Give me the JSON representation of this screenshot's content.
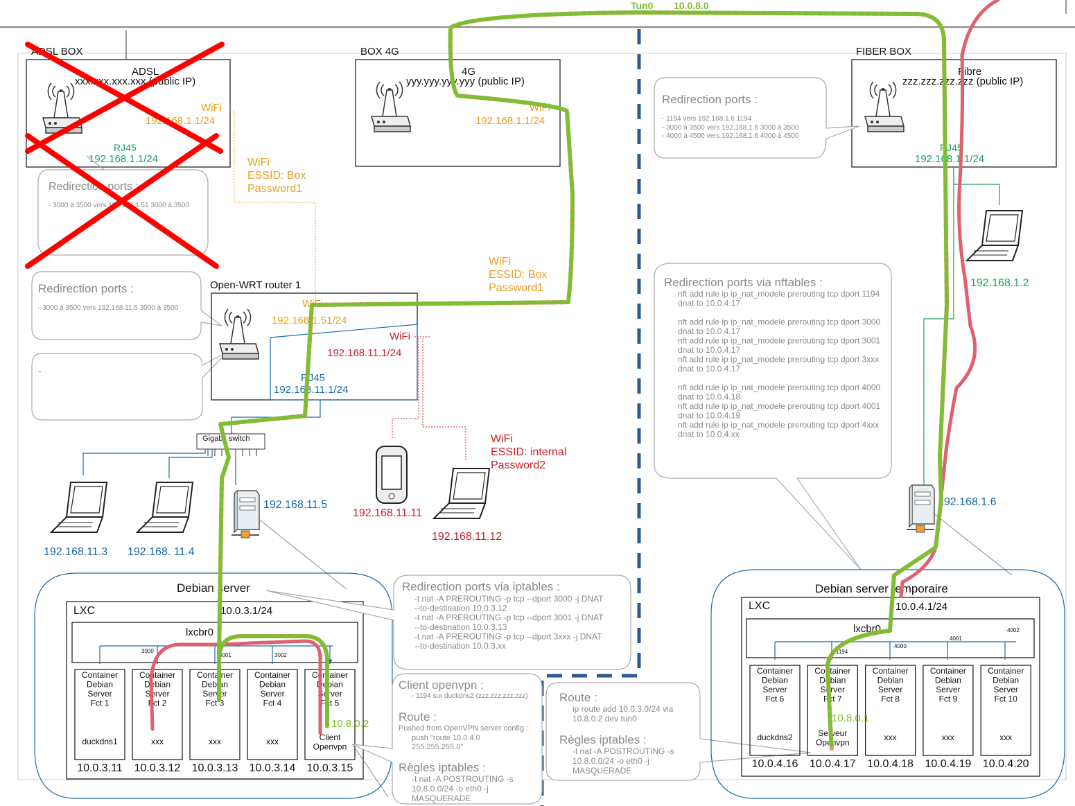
{
  "tunnel": {
    "label": "Tun0",
    "subnet": "10.0.8.0"
  },
  "adsl_box": {
    "title": "ADSL BOX",
    "name": "ADSL",
    "public_ip": "xxx.xxx.xxx.xxx (public IP)",
    "wifi_label": "WiFi",
    "wifi_ip": "192.168.1.1/24",
    "rj45_label": "RJ45",
    "rj45_ip": "192.168.1.1/24",
    "bubble_title": "Redirection ports :",
    "bubble_text": "- 3000 à 3500 vers 192.168.1.51 3000 à 3500",
    "crossed_out": true
  },
  "box_4g": {
    "title": "BOX 4G",
    "name": "4G",
    "public_ip": "yyy.yyy.yyy.yyy (public IP)",
    "wifi_label": "WiFi",
    "wifi_ip": "192.168.1.1/24"
  },
  "fiber_box": {
    "title": "FIBER BOX",
    "name": "Fibre",
    "public_ip": "zzz.zzz.zzz.zzz (public IP)",
    "rj45_label": "RJ45",
    "rj45_ip": "192.168.1.1/24",
    "bubble_title": "Redirection ports :",
    "bubble_lines": [
      "- 1194 vers 192.168.1.6 1194",
      "- 3000 à 3500 vers 192.168.1.6 3000 à 3500",
      "- 4000 à 4500 vers 192.168.1.6 4000 à 4500"
    ]
  },
  "wifi_adsl_link": {
    "lines": [
      "WiFi",
      "ESSID: Box",
      "Password1"
    ]
  },
  "wifi_4g_link": {
    "lines": [
      "WiFi",
      "ESSID: Box",
      "Password1"
    ]
  },
  "router": {
    "title": "Open-WRT router 1",
    "wifi_client_label": "WiFi",
    "wifi_client_ip": "192.168.1.51/24",
    "wifi_ap_label": "WiFi",
    "wifi_ap_ip": "192.168.11.1/24",
    "rj45_label": "RJ45",
    "rj45_ip": "192.168.11.1/24",
    "bubble_title": "Redirection ports :",
    "bubble_text": "- 3000 à 3500 vers 192.168.11.5 3000 à 3500",
    "bubble2_text": "-"
  },
  "internal_wifi": {
    "lines": [
      "WiFi",
      "ESSID: internal",
      "Password2"
    ]
  },
  "switch": {
    "label": "Gigabit switch"
  },
  "clients": {
    "laptop_a": "192.168.11.3",
    "laptop_b": "192.168. 11.4",
    "server_left": "192.168.11.5",
    "phone": "192.168.11.11",
    "laptop_wifi": "192.168.11.12",
    "laptop_fiber": "192.168.1.2",
    "server_right": "192.168.1.6"
  },
  "left_server": {
    "title": "Debian server",
    "lxc": "LXC",
    "bridge_ip": "10.0.3.1/24",
    "bridge": "lxcbr0",
    "ports": [
      "3000",
      "3001",
      "3002"
    ],
    "vpn_ip": "10.8.0.2",
    "containers": [
      {
        "lines": [
          "Container",
          "Debian",
          "Server",
          "Fct 1"
        ],
        "service": "duckdns1",
        "ip": "10.0.3.11"
      },
      {
        "lines": [
          "Container",
          "Debian",
          "Server",
          "Fct 2"
        ],
        "service": "xxx",
        "ip": "10.0.3.12"
      },
      {
        "lines": [
          "Container",
          "Debian",
          "Server",
          "Fct 3"
        ],
        "service": "xxx",
        "ip": "10.0.3.13"
      },
      {
        "lines": [
          "Container",
          "Debian",
          "Server",
          "Fct 4"
        ],
        "service": "xxx",
        "ip": "10.0.3.14"
      },
      {
        "lines": [
          "Container",
          "Debian",
          "Server",
          "Fct 5"
        ],
        "service": "Client\nOpenvpn",
        "ip": "10.0.3.15"
      }
    ]
  },
  "iptables_bubble": {
    "title": "Redirection ports via iptables :",
    "lines": [
      "-t nat -A PREROUTING -p tcp --dport 3000 -j DNAT",
      "--to-destination 10.0.3.12",
      "-t nat -A PREROUTING -p tcp --dport 3001 -j DNAT",
      "--to-destination 10.0.3.13",
      "-t nat -A PREROUTING -p tcp --dport 3xxx -j DNAT",
      "--to-destination 10.0.3.xx"
    ]
  },
  "client_bubble": {
    "title1": "Client openvpn :",
    "line1": "- 1194 sur duckdns2 (zzz.zzz.zzz.zzz)",
    "title2": "Route :",
    "line2": "Pushed from OpenVPN server config :",
    "line3": "push \"route 10.0.4.0",
    "line4": "255.255.255.0\"",
    "title3": "Règles iptables :",
    "line5": "-t nat -A POSTROUTING -s",
    "line6": "10.8.0.0/24 -o eth0 -j",
    "line7": "MASQUERADE"
  },
  "server_bubble": {
    "title1": "Route :",
    "line1": "ip route add 10.0.3.0/24 via",
    "line2": "10.8.0.2 dev tun0",
    "title2": "Règles iptables :",
    "line3": "-t nat -A POSTROUTING -s",
    "line4": "10.8.0.0/24 -o eth0 -j",
    "line5": "MASQUERADE"
  },
  "nftables_bubble": {
    "title": "Redirection ports via nftables :",
    "lines": [
      "nft add rule ip ip_nat_modele prerouting tcp dport 1194",
      "dnat to 10.0.4.17",
      "",
      "nft add rule ip ip_nat_modele prerouting tcp dport 3000",
      "dnat to 10.0.4.17",
      "nft add rule ip ip_nat_modele prerouting tcp dport 3001",
      "dnat to 10.0.4.17",
      "nft add rule ip ip_nat_modele prerouting tcp dport 3xxx",
      "dnat to 10.0.4.17",
      "",
      "nft add rule ip ip_nat_modele prerouting tcp dport 4000",
      "dnat to 10.0.4.18",
      "nft add rule ip ip_nat_modele prerouting tcp dport 4001",
      "dnat to 10.0.4.19",
      "nft add rule ip ip_nat_modele prerouting tcp dport 4xxx",
      "dnat to 10.0.4.xx"
    ]
  },
  "right_server": {
    "title": "Debian server temporaire",
    "lxc": "LXC",
    "bridge_ip": "10.0.4.1/24",
    "bridge": "lxcbr0",
    "ports": [
      "1194",
      "4000",
      "4001",
      "4002"
    ],
    "vpn_ip": "10.8.0.1",
    "containers": [
      {
        "lines": [
          "Container",
          "Debian",
          "Server",
          "Fct 6"
        ],
        "service": "duckdns2",
        "ip": "10.0.4.16"
      },
      {
        "lines": [
          "Container",
          "Debian",
          "Server",
          "Fct 7"
        ],
        "service": "Serveur\nOpenvpn",
        "ip": "10.0.4.17"
      },
      {
        "lines": [
          "Container",
          "Debian",
          "Server",
          "Fct 8"
        ],
        "service": "xxx",
        "ip": "10.0.4.18"
      },
      {
        "lines": [
          "Container",
          "Debian",
          "Server",
          "Fct 9"
        ],
        "service": "xxx",
        "ip": "10.0.4.19"
      },
      {
        "lines": [
          "Container",
          "Debian",
          "Server",
          "Fct 10"
        ],
        "service": "xxx",
        "ip": "10.0.4.20"
      }
    ]
  },
  "colors": {
    "orange": "#e8a020",
    "green": "#1aa05a",
    "blue": "#1a6aa8",
    "red": "#c8202a",
    "lime": "#7ac030",
    "pink": "#e06070",
    "separator": "#2a5a90"
  }
}
